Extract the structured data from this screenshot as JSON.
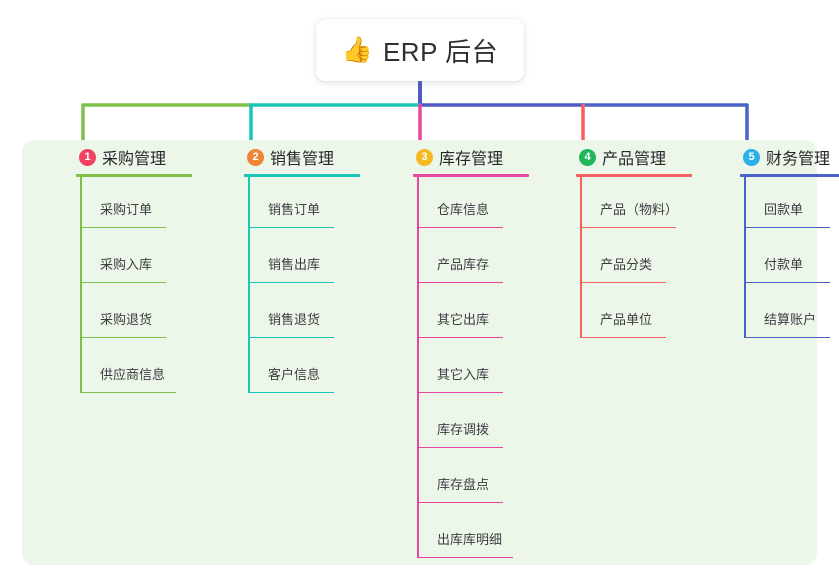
{
  "root": {
    "icon": "thumbs-up-icon",
    "icon_glyph": "👍",
    "title": "ERP 后台"
  },
  "panel": {
    "background_color": "#edf7e9"
  },
  "columns": [
    {
      "number": "1",
      "title": "采购管理",
      "badge_color": "#f1435f",
      "line_color": "#7ec04a",
      "items": [
        {
          "label": "采购订单"
        },
        {
          "label": "采购入库"
        },
        {
          "label": "采购退货"
        },
        {
          "label": "供应商信息"
        }
      ]
    },
    {
      "number": "2",
      "title": "销售管理",
      "badge_color": "#f08437",
      "line_color": "#19c5b6",
      "items": [
        {
          "label": "销售订单"
        },
        {
          "label": "销售出库"
        },
        {
          "label": "销售退货"
        },
        {
          "label": "客户信息"
        }
      ]
    },
    {
      "number": "3",
      "title": "库存管理",
      "badge_color": "#f5b921",
      "line_color": "#e8479f",
      "items": [
        {
          "label": "仓库信息"
        },
        {
          "label": "产品库存"
        },
        {
          "label": "其它出库"
        },
        {
          "label": "其它入库"
        },
        {
          "label": "库存调拨"
        },
        {
          "label": "库存盘点"
        },
        {
          "label": "出库库明细"
        }
      ]
    },
    {
      "number": "4",
      "title": "产品管理",
      "badge_color": "#1fb65c",
      "line_color": "#f4615f",
      "items": [
        {
          "label": "产品（物料）"
        },
        {
          "label": "产品分类"
        },
        {
          "label": "产品单位"
        }
      ]
    },
    {
      "number": "5",
      "title": "财务管理",
      "badge_color": "#2cb0e8",
      "line_color": "#4b63c6",
      "items": [
        {
          "label": "回款单"
        },
        {
          "label": "付款单"
        },
        {
          "label": "结算账户"
        }
      ]
    }
  ],
  "connector": {
    "trunk_color": "#4e5bc4",
    "segment_colors": [
      "#7ec04a",
      "#19c5b6",
      "#4e5bc4",
      "#4b63c6",
      "#4b63c6"
    ],
    "drop_colors": [
      "#7ec04a",
      "#19c5b6",
      "#e8479f",
      "#f4615f",
      "#4b63c6"
    ]
  }
}
